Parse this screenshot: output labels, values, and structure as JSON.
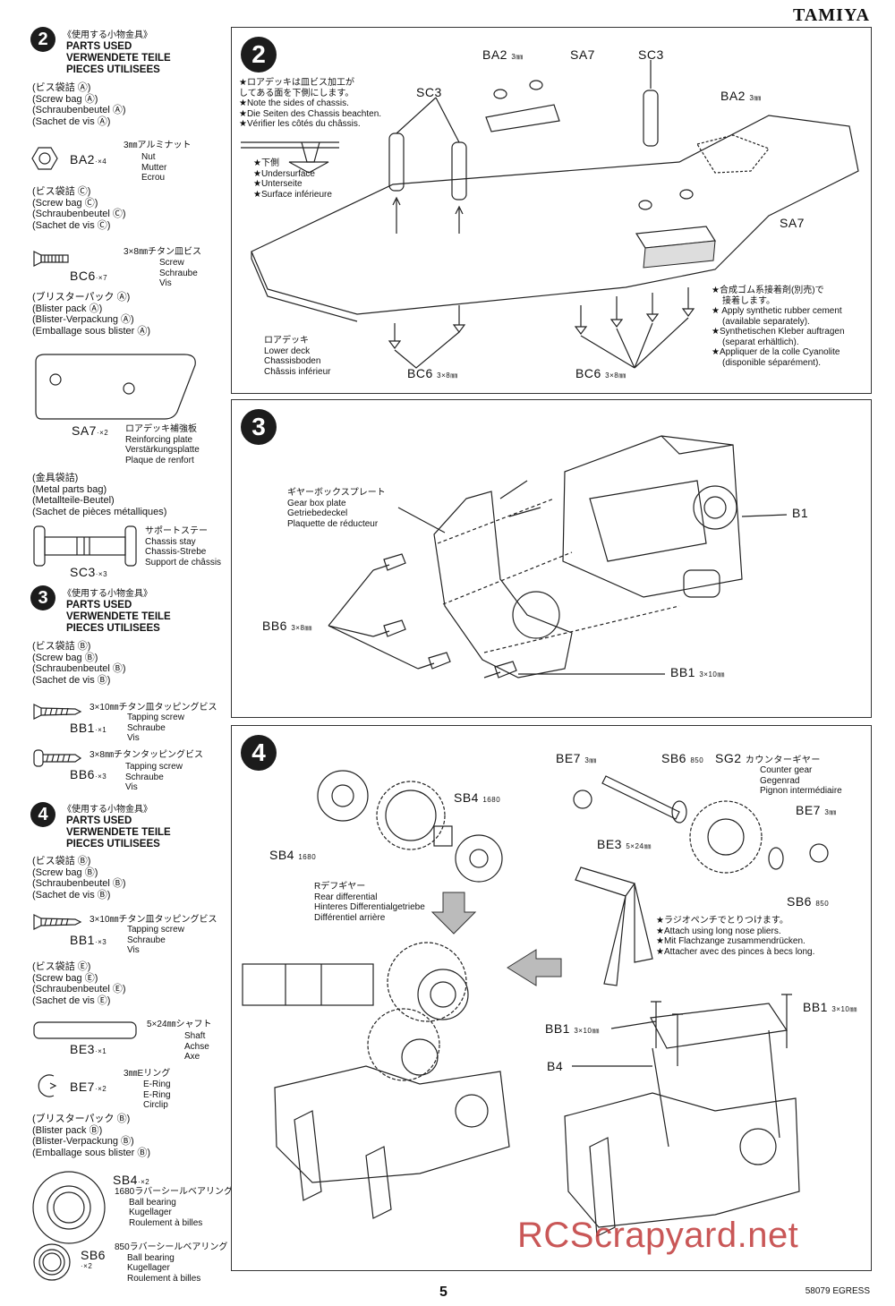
{
  "header": {
    "brand": "TAMIYA"
  },
  "sidebar": {
    "step2": {
      "num": "2",
      "jp": "《使用する小物金具》",
      "en": "PARTS USED",
      "de": "VERWENDETE TEILE",
      "fr": "PIECES UTILISEES",
      "bagA_jp": "(ビス袋詰 Ⓐ)",
      "bagA_en": "(Screw bag Ⓐ)",
      "bagA_de": "(Schraubenbeutel Ⓐ)",
      "bagA_fr": "(Sachet de vis Ⓐ)",
      "ba2_jp": "3㎜アルミナット",
      "ba2_code": "BA2",
      "ba2_qty": "·×4",
      "ba2_en": "Nut",
      "ba2_de": "Mutter",
      "ba2_fr": "Ecrou",
      "bagC_jp": "(ビス袋詰 Ⓒ)",
      "bagC_en": "(Screw bag Ⓒ)",
      "bagC_de": "(Schraubenbeutel Ⓒ)",
      "bagC_fr": "(Sachet de vis Ⓒ)",
      "bc6_jp": "3×8㎜チタン皿ビス",
      "bc6_code": "BC6",
      "bc6_qty": "·×7",
      "bc6_en": "Screw",
      "bc6_de": "Schraube",
      "bc6_fr": "Vis",
      "blA_jp": "(ブリスターパック Ⓐ)",
      "blA_en": "(Blister pack Ⓐ)",
      "blA_de": "(Blister-Verpackung Ⓐ)",
      "blA_fr": "(Emballage sous blister Ⓐ)",
      "sa7_code": "SA7",
      "sa7_qty": "·×2",
      "sa7_jp": "ロアデッキ補強板",
      "sa7_en": "Reinforcing plate",
      "sa7_de": "Verstärkungsplatte",
      "sa7_fr": "Plaque de renfort",
      "metal_jp": "(金具袋詰)",
      "metal_en": "(Metal parts bag)",
      "metal_de": "(Metallteile-Beutel)",
      "metal_fr": "(Sachet de pièces métalliques)",
      "sc3_jp": "サポートステー",
      "sc3_en": "Chassis stay",
      "sc3_de": "Chassis-Strebe",
      "sc3_fr": "Support de châssis",
      "sc3_code": "SC3",
      "sc3_qty": "·×3"
    },
    "step3": {
      "num": "3",
      "jp": "《使用する小物金具》",
      "en": "PARTS USED",
      "de": "VERWENDETE TEILE",
      "fr": "PIECES UTILISEES",
      "bagB_jp": "(ビス袋詰 Ⓑ)",
      "bagB_en": "(Screw bag Ⓑ)",
      "bagB_de": "(Schraubenbeutel Ⓑ)",
      "bagB_fr": "(Sachet de vis Ⓑ)",
      "bb1_jp": "3×10㎜チタン皿タッピングビス",
      "bb1_en": "Tapping screw",
      "bb1_de": "Schraube",
      "bb1_fr": "Vis",
      "bb1_code": "BB1",
      "bb1_qty": "·×1",
      "bb6_jp": "3×8㎜チタンタッピングビス",
      "bb6_en": "Tapping screw",
      "bb6_de": "Schraube",
      "bb6_fr": "Vis",
      "bb6_code": "BB6",
      "bb6_qty": "·×3"
    },
    "step4": {
      "num": "4",
      "jp": "《使用する小物金具》",
      "en": "PARTS USED",
      "de": "VERWENDETE TEILE",
      "fr": "PIECES UTILISEES",
      "bagB_jp": "(ビス袋詰 Ⓑ)",
      "bagB_en": "(Screw bag Ⓑ)",
      "bagB_de": "(Schraubenbeutel Ⓑ)",
      "bagB_fr": "(Sachet de vis Ⓑ)",
      "bb1_jp": "3×10㎜チタン皿タッピングビス",
      "bb1_en": "Tapping screw",
      "bb1_de": "Schraube",
      "bb1_fr": "Vis",
      "bb1_code": "BB1",
      "bb1_qty": "·×3",
      "bagE_jp": "(ビス袋詰 Ⓔ)",
      "bagE_en": "(Screw bag Ⓔ)",
      "bagE_de": "(Schraubenbeutel Ⓔ)",
      "bagE_fr": "(Sachet de vis Ⓔ)",
      "be3_jp": "5×24㎜シャフト",
      "be3_en": "Shaft",
      "be3_de": "Achse",
      "be3_fr": "Axe",
      "be3_code": "BE3",
      "be3_qty": "·×1",
      "be7_jp": "3㎜Eリング",
      "be7_en": "E-Ring",
      "be7_de": "E-Ring",
      "be7_fr": "Circlip",
      "be7_code": "BE7",
      "be7_qty": "·×2",
      "blB_jp": "(ブリスターパック Ⓑ)",
      "blB_en": "(Blister pack Ⓑ)",
      "blB_de": "(Blister-Verpackung Ⓑ)",
      "blB_fr": "(Emballage sous blister Ⓑ)",
      "sb4_code": "SB4",
      "sb4_qty": "·×2",
      "sb4_jp": "1680ラバーシールベアリング",
      "sb4_en": "Ball bearing",
      "sb4_de": "Kugellager",
      "sb4_fr": "Roulement à billes",
      "sb6_code": "SB6",
      "sb6_qty": "·×2",
      "sb6_jp": "850ラバーシールベアリング",
      "sb6_en": "Ball bearing",
      "sb6_de": "Kugellager",
      "sb6_fr": "Roulement à billes"
    }
  },
  "panel2": {
    "num": "2",
    "note_jp1": "★ロアデッキは皿ビス加工が",
    "note_jp2": "してある面を下側にします。",
    "note_en": "★Note the sides of chassis.",
    "note_de": "★Die Seiten des Chassis beachten.",
    "note_fr": "★Vérifier les côtés du châssis.",
    "under_jp": "★下側",
    "under_en": "★Undersurface",
    "under_de": "★Unterseite",
    "under_fr": "★Surface inférieure",
    "ba2_a": "BA2",
    "ba2_a_size": "3㎜",
    "sa7_a": "SA7",
    "sc3_a": "SC3",
    "sc3_b": "SC3",
    "ba2_b": "BA2",
    "ba2_b_size": "3㎜",
    "sa7_b": "SA7",
    "deck_jp": "ロアデッキ",
    "deck_en": "Lower deck",
    "deck_de": "Chassisboden",
    "deck_fr": "Châssis inférieur",
    "bc6_a": "BC6",
    "bc6_a_size": "3×8㎜",
    "bc6_b": "BC6",
    "bc6_b_size": "3×8㎜",
    "glue_jp1": "★合成ゴム系接着剤(別売)で",
    "glue_jp2": "接着します。",
    "glue_en1": "★ Apply synthetic rubber cement",
    "glue_en2": "(available separately).",
    "glue_de1": "★Synthetischen Kleber auftragen",
    "glue_de2": "(separat erhältlich).",
    "glue_fr1": "★Appliquer de la colle Cyanolite",
    "glue_fr2": "(disponible séparément)."
  },
  "panel3": {
    "num": "3",
    "gb_jp": "ギヤーボックスプレート",
    "gb_en": "Gear box plate",
    "gb_de": "Getriebedeckel",
    "gb_fr": "Plaquette de réducteur",
    "b1": "B1",
    "bb6": "BB6",
    "bb6_size": "3×8㎜",
    "bb1": "BB1",
    "bb1_size": "3×10㎜"
  },
  "panel4": {
    "num": "4",
    "sb4_a": "SB4",
    "sb4_a_size": "1680",
    "sb4_b": "SB4",
    "sb4_b_size": "1680",
    "diff_jp": "Rデフギヤー",
    "diff_en": "Rear differential",
    "diff_de": "Hinteres Differentialgetriebe",
    "diff_fr": "Différentiel arrière",
    "be7_a": "BE7",
    "be7_a_size": "3㎜",
    "sb6_a": "SB6",
    "sb6_a_size": "850",
    "sg2": "SG2",
    "sg2_jp": "カウンターギヤー",
    "sg2_en": "Counter gear",
    "sg2_de": "Gegenrad",
    "sg2_fr": "Pignon intermédiaire",
    "be7_b": "BE7",
    "be7_b_size": "3㎜",
    "be3": "BE3",
    "be3_size": "5×24㎜",
    "sb6_b": "SB6",
    "sb6_b_size": "850",
    "pliers_jp": "★ラジオペンチでとりつけます。",
    "pliers_en": "★Attach using long nose pliers.",
    "pliers_de": "★Mit Flachzange zusammendrücken.",
    "pliers_fr": "★Attacher avec des pinces à becs long.",
    "bb1_a": "BB1",
    "bb1_a_size": "3×10㎜",
    "bb1_b": "BB1",
    "bb1_b_size": "3×10㎜",
    "b4": "B4"
  },
  "footer": {
    "page": "5",
    "code": "58079 EGRESS",
    "watermark": "RCScrapyard.net"
  }
}
